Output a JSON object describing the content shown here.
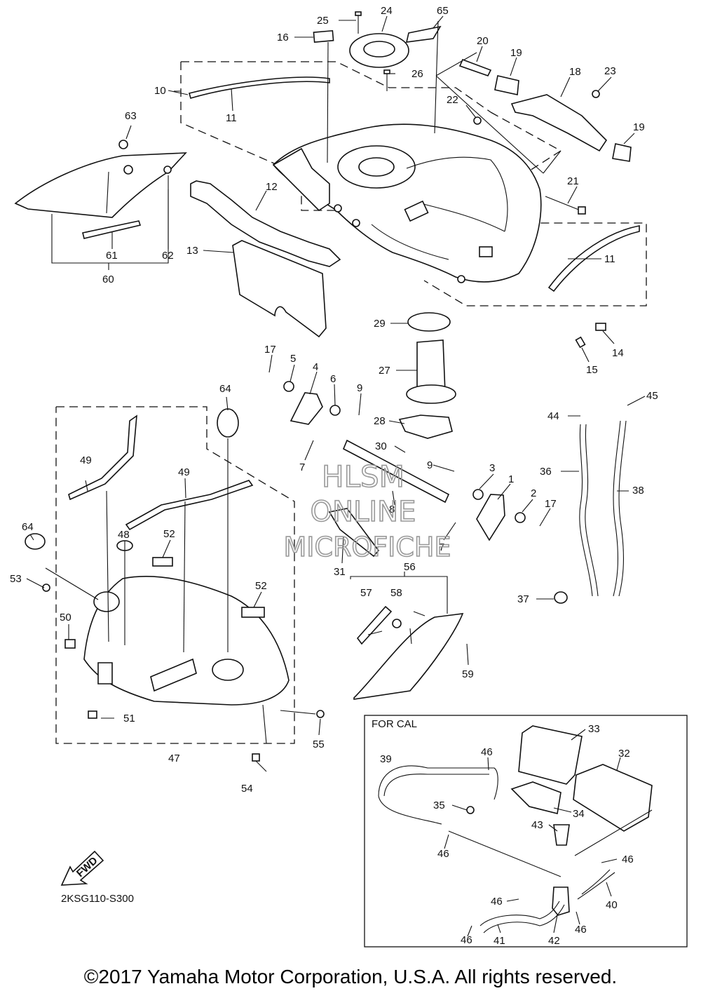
{
  "diagram": {
    "callouts": [
      "1",
      "2",
      "3",
      "4",
      "5",
      "6",
      "7",
      "8",
      "9",
      "10",
      "11",
      "12",
      "13",
      "14",
      "15",
      "16",
      "17",
      "18",
      "19",
      "20",
      "21",
      "22",
      "23",
      "24",
      "25",
      "26",
      "27",
      "28",
      "29",
      "30",
      "31",
      "32",
      "33",
      "34",
      "35",
      "36",
      "37",
      "38",
      "39",
      "40",
      "41",
      "42",
      "43",
      "44",
      "45",
      "46",
      "47",
      "48",
      "49",
      "50",
      "51",
      "52",
      "53",
      "54",
      "55",
      "56",
      "57",
      "58",
      "59",
      "60",
      "61",
      "62",
      "63",
      "64",
      "65"
    ],
    "inset_title": "FOR CAL",
    "fwd_label": "FWD",
    "drawing_code": "2KSG110-S300"
  },
  "watermark": {
    "line1": "HLSM",
    "line2": "ONLINE",
    "line3": "MICROFICHE"
  },
  "copyright": "©2017 Yamaha Motor Corporation, U.S.A. All rights reserved."
}
